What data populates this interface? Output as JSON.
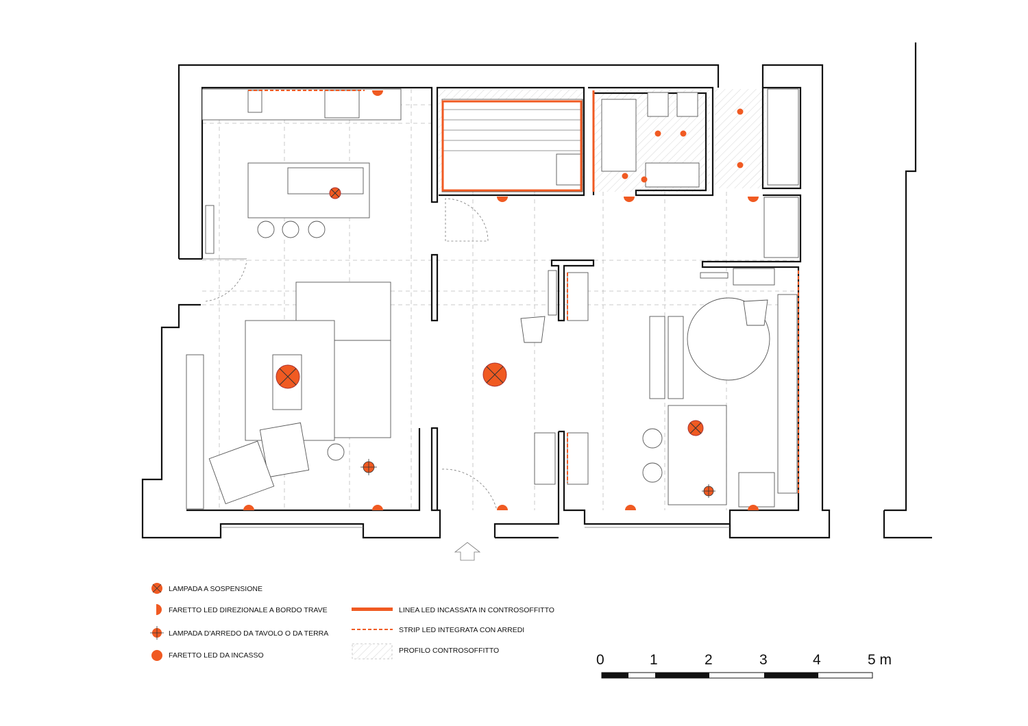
{
  "colors": {
    "light": "#f05a22",
    "wall": "#111111"
  },
  "legend": {
    "left": [
      {
        "symbol": "pendant-lamp",
        "label": "LAMPADA A SOSPENSIONE"
      },
      {
        "symbol": "beam-spot",
        "label": "FARETTO LED DIREZIONALE A BORDO TRAVE"
      },
      {
        "symbol": "table-floor-lamp",
        "label": "LAMPADA D'ARREDO DA TAVOLO O DA TERRA"
      },
      {
        "symbol": "recessed-spot",
        "label": "FARETTO LED DA INCASSO"
      }
    ],
    "right": [
      {
        "symbol": "led-line",
        "label": "LINEA LED INCASSATA IN CONTROSOFFITTO"
      },
      {
        "symbol": "led-strip",
        "label": "STRIP LED INTEGRATA CON ARREDI"
      },
      {
        "symbol": "ceiling-profile",
        "label": "PROFILO CONTROSOFFITTO"
      }
    ]
  },
  "scale_bar": {
    "ticks": [
      "0",
      "1",
      "2",
      "3",
      "4",
      "5 m"
    ]
  }
}
